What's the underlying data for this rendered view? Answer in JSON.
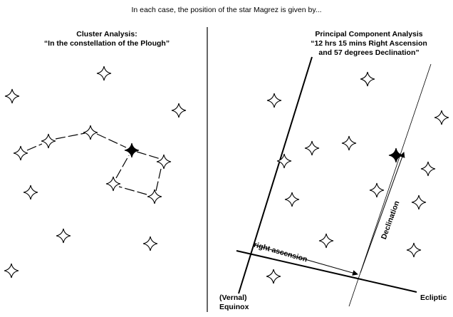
{
  "caption": "In each case, the position of the star Magrez is given by...",
  "left_panel": {
    "title": "Cluster Analysis:",
    "subtitle": "“In the constellation of the Plough”"
  },
  "right_panel": {
    "title": "Principal Component Analysis",
    "subtitle_line1": "“12 hrs 15 mins Right Ascension",
    "subtitle_line2": "and 57 degrees Declination”",
    "labels": {
      "right_ascension": "right ascension",
      "declination": "Declination",
      "ecliptic": "Ecliptic",
      "vernal": "(Vernal)",
      "equinox": "Equinox"
    }
  },
  "colors": {
    "ink": "#000000",
    "background": "#ffffff"
  },
  "icons": {
    "star": "four-point-star-icon",
    "highlighted_star": "magrez-star-icon"
  }
}
